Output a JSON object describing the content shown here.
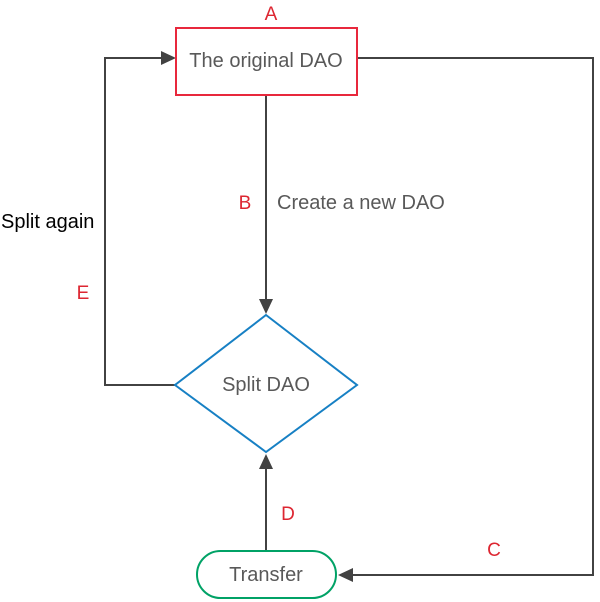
{
  "colors": {
    "shape_red": "#e8283c",
    "shape_blue": "#1780c4",
    "shape_green": "#00a266",
    "connector_gray": "#424242",
    "label_red": "#dd2631",
    "node_text_gray": "#595959",
    "annotation_black": "#000000",
    "background": "#ffffff"
  },
  "nodes": {
    "original_dao": {
      "label": "The original DAO",
      "shape": "rectangle"
    },
    "split_dao": {
      "label": "Split DAO",
      "shape": "diamond"
    },
    "transfer": {
      "label": "Transfer",
      "shape": "rounded"
    }
  },
  "labels": {
    "a": "A",
    "b": "B",
    "c": "C",
    "d": "D",
    "e": "E",
    "create_new_dao": "Create a new DAO",
    "split_again": "Split again"
  }
}
